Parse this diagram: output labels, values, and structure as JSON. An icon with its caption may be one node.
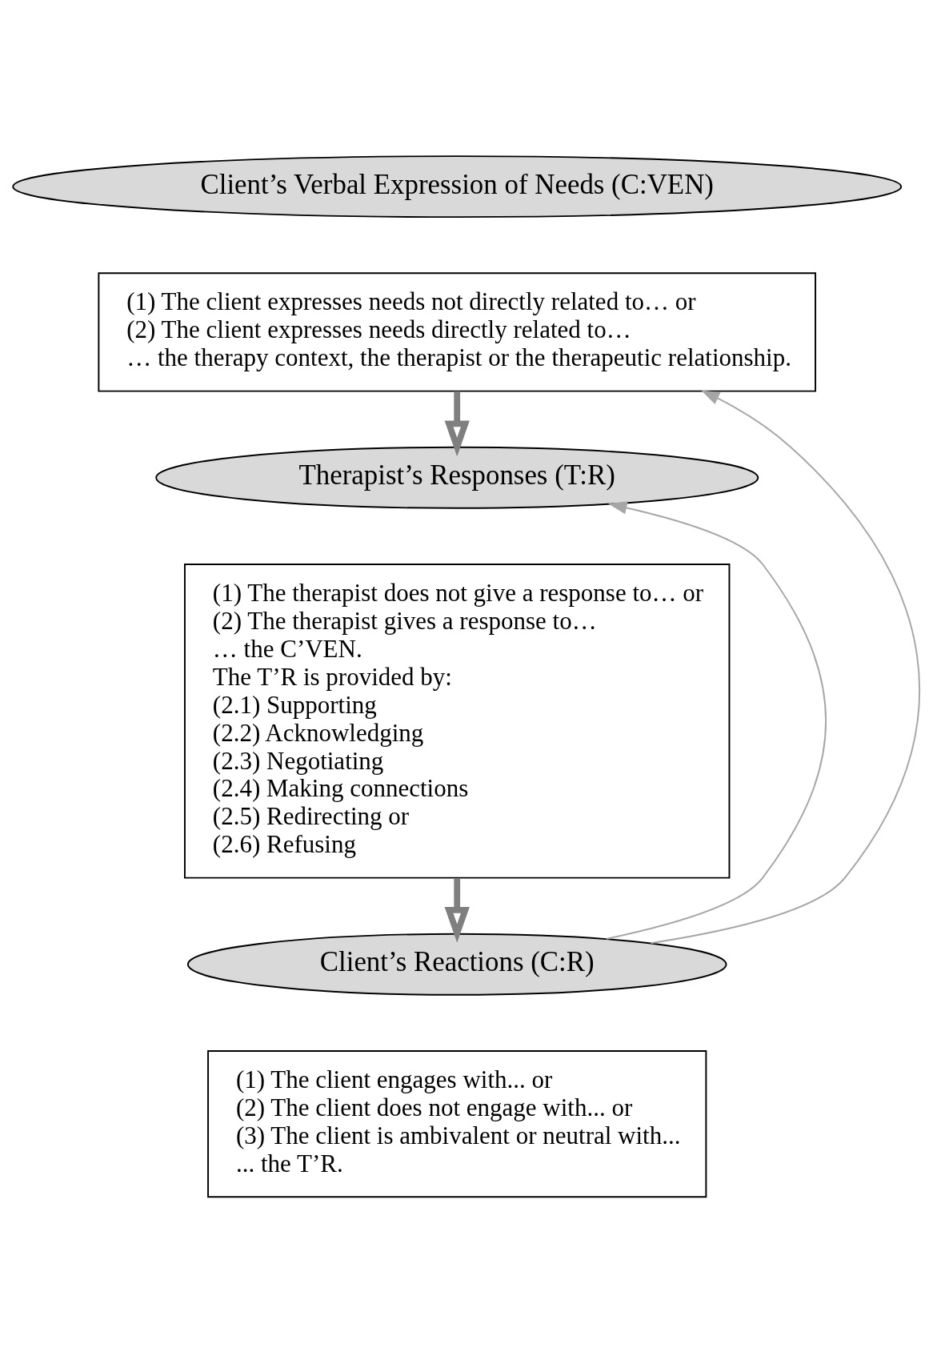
{
  "diagram": {
    "nodes": [
      {
        "text": [
          "Client’s Verbal Expression of Needs (C:VEN)"
        ]
      },
      {
        "text": [
          "(1) The client expresses needs not directly related to… or",
          "(2) The client expresses needs directly related to…",
          "… the therapy context, the therapist or the therapeutic relationship."
        ]
      },
      {
        "text": [
          "Therapist’s Responses (T:R)"
        ]
      },
      {
        "text": [
          "(1) The therapist does not give a response to… or",
          "(2) The therapist gives a response to…",
          "… the C’VEN.",
          "The T’R is provided by:",
          "(2.1) Supporting",
          "(2.2) Acknowledging",
          "(2.3) Negotiating",
          "(2.4) Making connections",
          "(2.5) Redirecting or",
          "(2.6) Refusing"
        ]
      },
      {
        "text": [
          "Client’s Reactions (C:R)"
        ]
      },
      {
        "text": [
          "(1) The client engages with... or",
          "(2) The client does not engage with... or",
          "(3) The client is ambivalent or neutral with...",
          "... the T’R."
        ]
      }
    ],
    "edges": [
      {
        "from": 1,
        "to": 2,
        "arrow": "to",
        "style": "thick"
      },
      {
        "from": 3,
        "to": 4,
        "arrow": "to",
        "style": "thick"
      },
      {
        "from": 4,
        "to": 1,
        "arrow": "to",
        "color": "#a6a6a6"
      },
      {
        "from": 4,
        "to": 2,
        "arrow": "to",
        "color": "#a6a6a6"
      }
    ]
  }
}
